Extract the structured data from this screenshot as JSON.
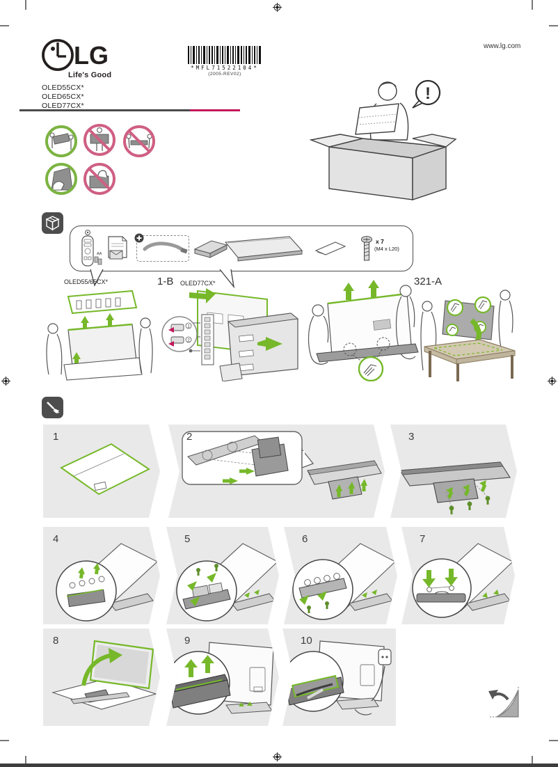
{
  "header": {
    "logo_text": "LG",
    "tagline": "Life's Good",
    "barcode_text": "*MFL71522104*",
    "barcode_rev": "(2005-REV02)",
    "website": "www.lg.com",
    "models": [
      "OLED55CX*",
      "OLED65CX*",
      "OLED77CX*"
    ]
  },
  "accessories": {
    "battery_label": "AA",
    "screw_count": "x 7",
    "screw_spec": "(M4 x L20)"
  },
  "unpacking": {
    "exclamation": "!",
    "variant_a_label": "OLED55/65CX*",
    "variant_b_step": "1-B",
    "variant_b_label": "OLED77CX*",
    "clip_steps": [
      "1",
      "2"
    ],
    "place_step": "321-A"
  },
  "steps": {
    "numbers": [
      "1",
      "2",
      "3",
      "4",
      "5",
      "6",
      "7",
      "8",
      "9",
      "10"
    ]
  },
  "colors": {
    "guide_green": "#76b82a",
    "prohibition_pink": "#cf5f83",
    "accent_magenta": "#c2185b",
    "panel_gray": "#e9e9e9",
    "table_tan": "#d4c9b2"
  },
  "icons": {
    "unboxing-icon": "open-box in dark rounded square",
    "assembly-icon": "screwdriver in dark rounded square",
    "exclamation-icon": "! in speech bubble",
    "ok-carry-two-person-icon": "green circle",
    "no-carry-one-person-icon": "pink prohibition circle",
    "no-carry-flat-icon": "pink prohibition circle",
    "ok-hold-edge-icon": "green circle",
    "no-press-screen-icon": "pink prohibition circle",
    "bluetooth-icon": "dot on remote",
    "screw-icon": "screw glyph",
    "power-plug-icon": "wall outlet",
    "page-curl-icon": "folded page corner with arrow",
    "registration-mark-icon": "printer crosshair"
  }
}
